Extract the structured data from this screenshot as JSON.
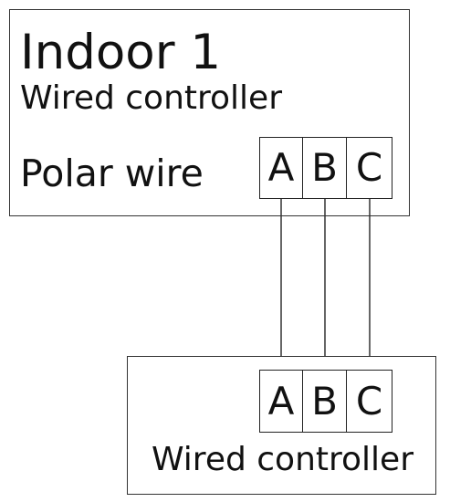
{
  "indoor_unit": {
    "title": "Indoor 1",
    "subtitle": "Wired controller",
    "wire_label": "Polar wire",
    "terminals": [
      "A",
      "B",
      "C"
    ]
  },
  "remote_controller": {
    "terminals": [
      "A",
      "B",
      "C"
    ],
    "label": "Wired controller"
  }
}
